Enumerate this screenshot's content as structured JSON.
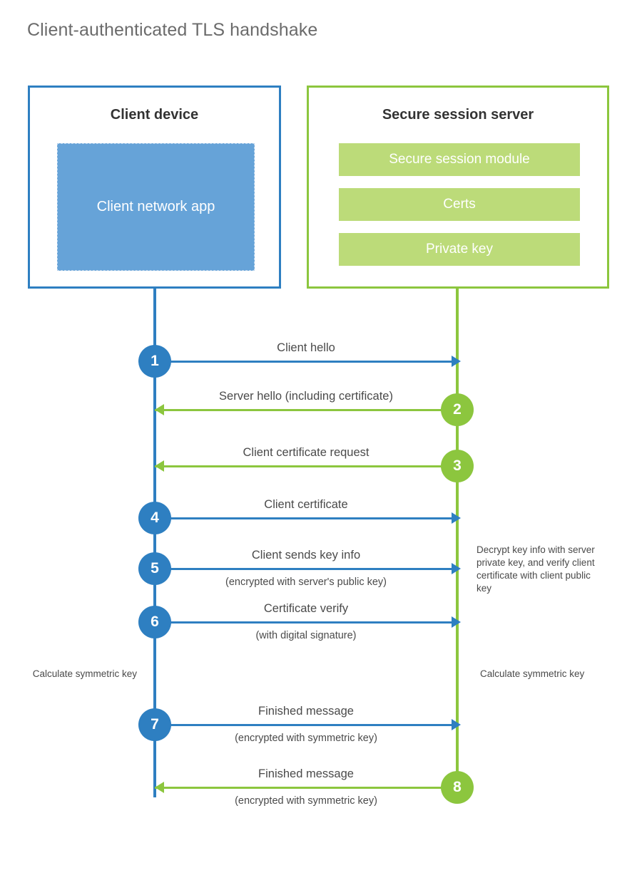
{
  "title": "Client-authenticated TLS handshake",
  "colors": {
    "blue": "#2E7FC1",
    "green": "#8CC63E",
    "blue_fill": "#66A3D8",
    "green_fill": "#BCDB79",
    "text": "#4a4a4a",
    "title_text": "#6b6b6b"
  },
  "client": {
    "title": "Client device",
    "app_label": "Client network app"
  },
  "server": {
    "title": "Secure session server",
    "modules": [
      {
        "label": "Secure session module"
      },
      {
        "label": "Certs"
      },
      {
        "label": "Private key"
      }
    ]
  },
  "steps": [
    {
      "number": "1",
      "label": "Client hello",
      "sublabel": "",
      "direction": "right",
      "side": "client",
      "color": "blue"
    },
    {
      "number": "2",
      "label": "Server hello (including certificate)",
      "sublabel": "",
      "direction": "left",
      "side": "server",
      "color": "green"
    },
    {
      "number": "3",
      "label": "Client certificate request",
      "sublabel": "",
      "direction": "left",
      "side": "server",
      "color": "green"
    },
    {
      "number": "4",
      "label": "Client certificate",
      "sublabel": "",
      "direction": "right",
      "side": "client",
      "color": "blue"
    },
    {
      "number": "5",
      "label": "Client sends key info",
      "sublabel": "(encrypted with server's public key)",
      "direction": "right",
      "side": "client",
      "color": "blue"
    },
    {
      "number": "6",
      "label": "Certificate verify",
      "sublabel": "(with digital signature)",
      "direction": "right",
      "side": "client",
      "color": "blue"
    },
    {
      "number": "7",
      "label": "Finished message",
      "sublabel": "(encrypted with symmetric key)",
      "direction": "right",
      "side": "client",
      "color": "blue"
    },
    {
      "number": "8",
      "label": "Finished message",
      "sublabel": "(encrypted with symmetric key)",
      "direction": "left",
      "side": "server",
      "color": "green"
    }
  ],
  "notes": {
    "decrypt": "Decrypt key info with server private key, and verify client certificate with client public key",
    "calculate_client": "Calculate symmetric key",
    "calculate_server": "Calculate symmetric key"
  }
}
